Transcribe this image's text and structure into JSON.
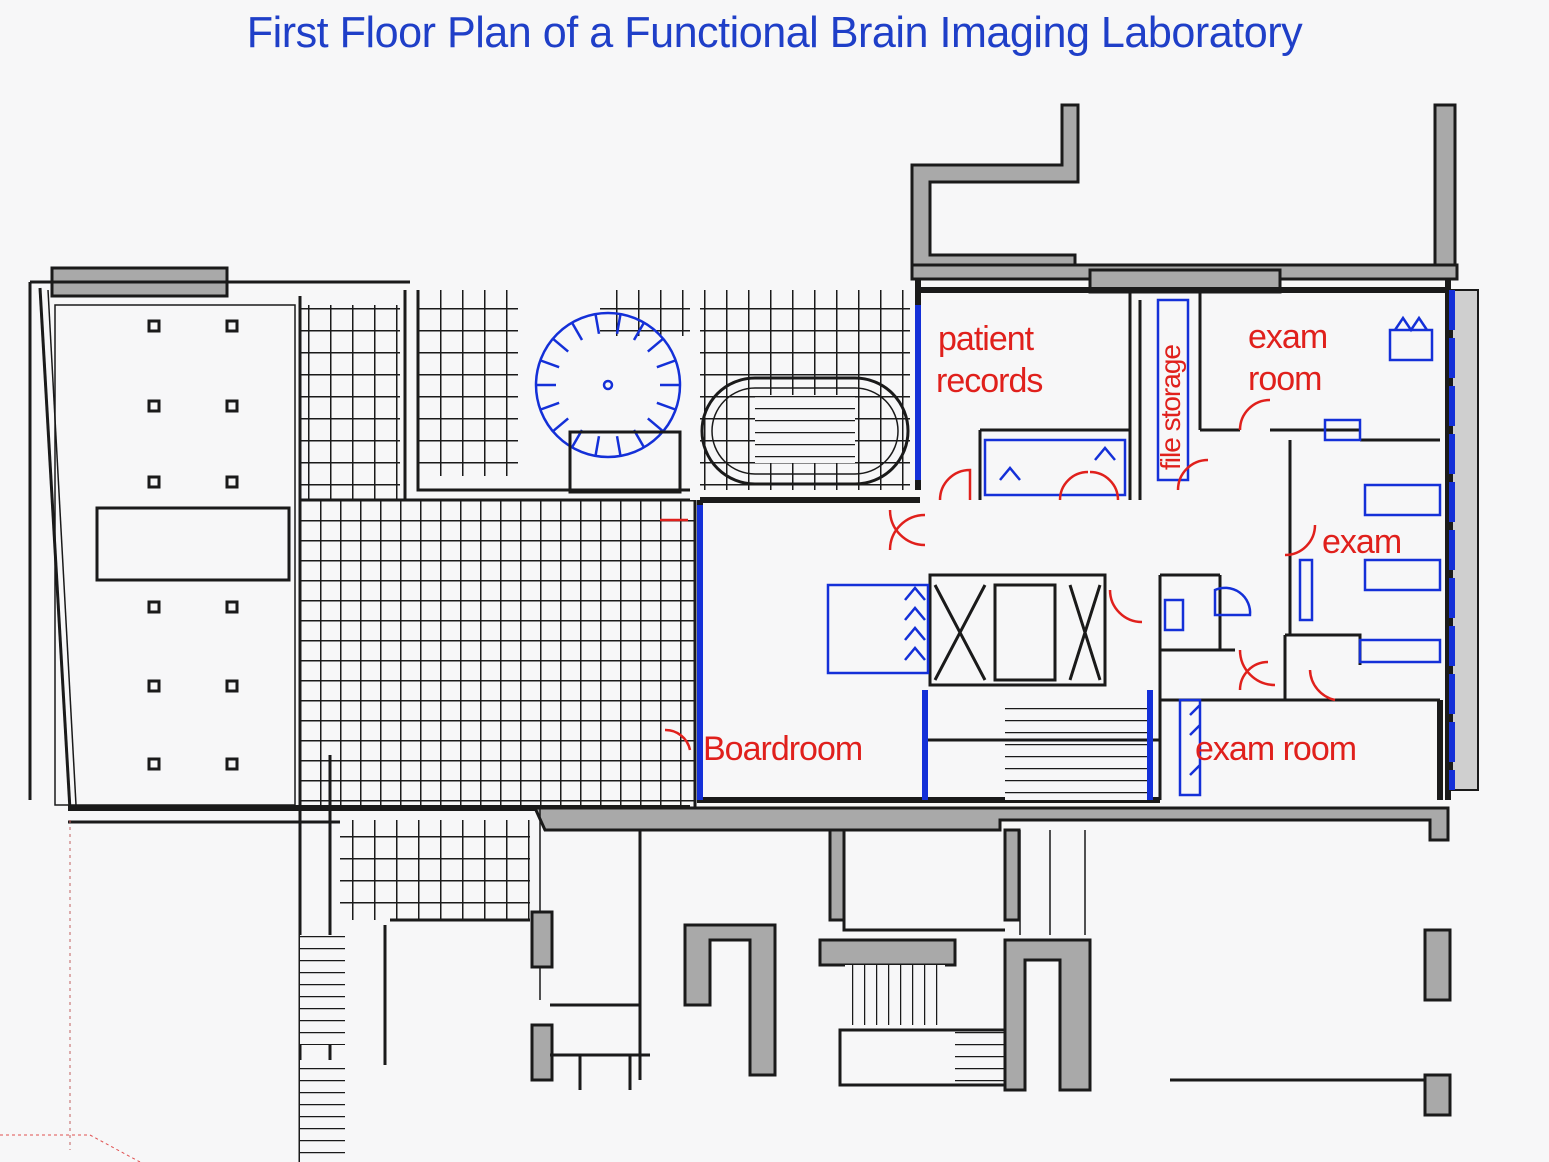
{
  "title": "First Floor Plan of a Functional Brain Imaging Laboratory",
  "colors": {
    "title": "#1f3fc8",
    "room_labels": "#e0201c",
    "fixtures": "#1430d8",
    "walls": "#1a1a1a",
    "wall_fill": "#a9a9a9"
  },
  "rooms": {
    "patient_records_line1": "patient",
    "patient_records_line2": "records",
    "file_storage": "file storage",
    "exam_room_top_line1": "exam",
    "exam_room_top_line2": "room",
    "exam_right": "exam",
    "exam_room_bottom": "exam room",
    "boardroom": "Boardroom"
  }
}
